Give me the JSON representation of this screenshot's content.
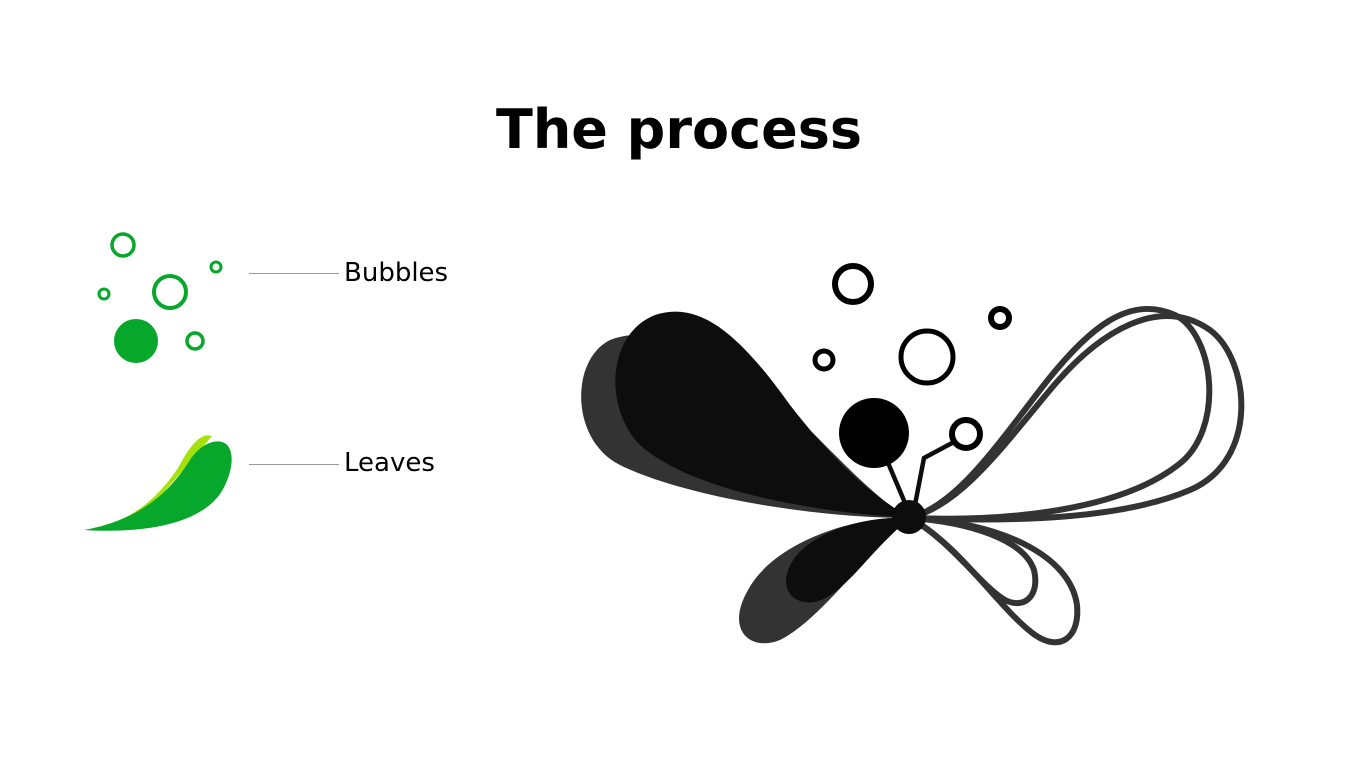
{
  "slide": {
    "title": "The process"
  },
  "legend": {
    "bubbles_label": "Bubbles",
    "leaves_label": "Leaves"
  },
  "colors": {
    "green": "#06a72b",
    "light_green": "#a6e10c",
    "dark": "#0d0d0d",
    "dark_gray": "#333333",
    "connector": "#9a9a9a"
  },
  "icons": {
    "bubbles": "bubbles-icon",
    "leaf": "leaf-icon",
    "butterfly": "butterfly-illustration"
  }
}
